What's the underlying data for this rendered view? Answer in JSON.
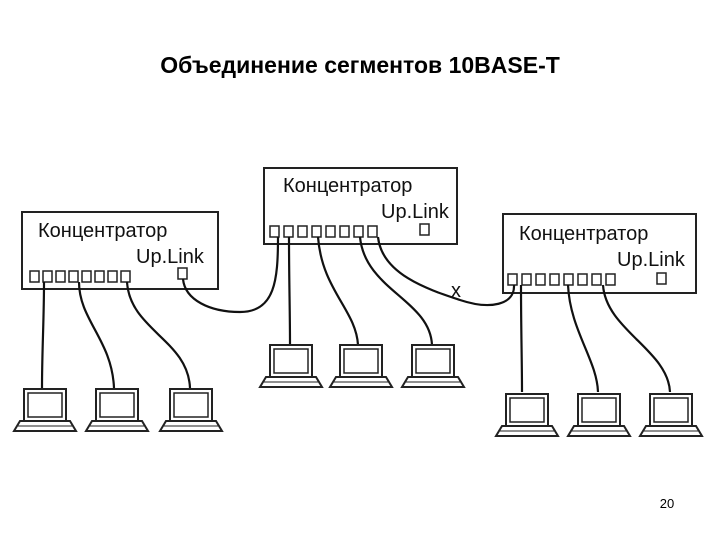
{
  "title": "Объединение сегментов 10BASE-T",
  "page_number": "20",
  "hubs": [
    {
      "name": "Концентратор",
      "uplink": "Up.Link"
    },
    {
      "name": "Концентратор",
      "uplink": "Up.Link"
    },
    {
      "name": "Концентратор",
      "uplink": "Up.Link"
    }
  ],
  "crossover_label": "x"
}
